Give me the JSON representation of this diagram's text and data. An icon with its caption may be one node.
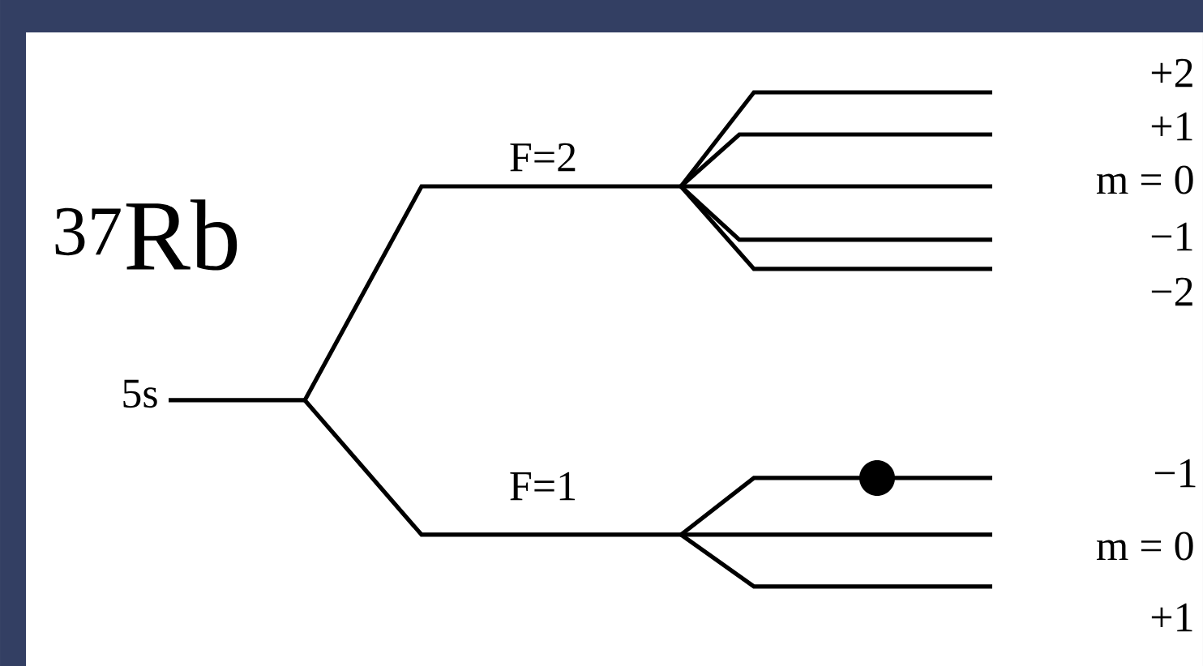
{
  "diagram": {
    "labels": [
      "$^{37}$Rb",
      "5s",
      "F=2",
      "F=1",
      "+2",
      "+1",
      "m = 0",
      "−1",
      "−2",
      "−1",
      "m = 0",
      "+1"
    ]
  }
}
